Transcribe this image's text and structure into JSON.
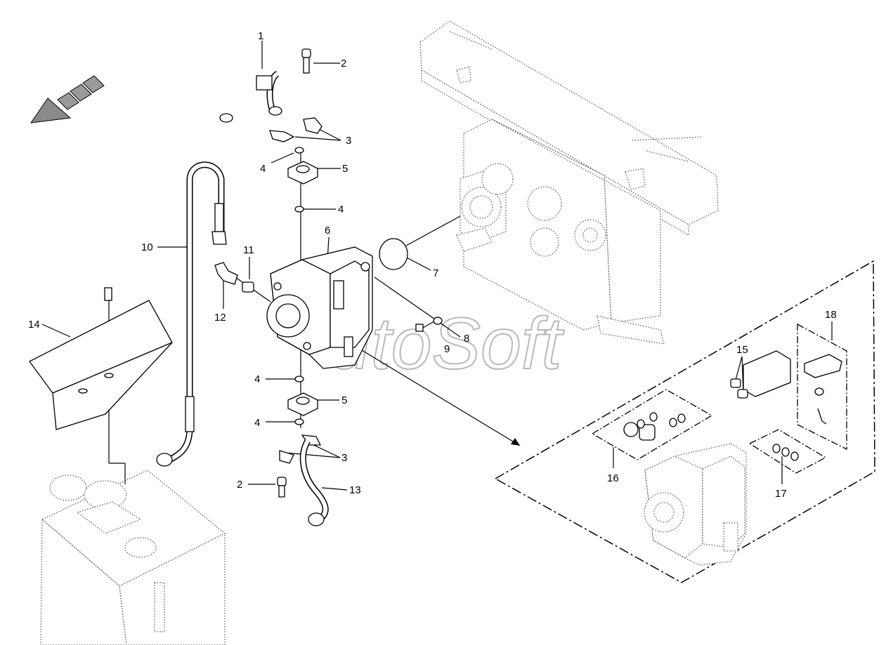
{
  "labels": {
    "p1": "1",
    "p2a": "2",
    "p2b": "2",
    "p3a": "3",
    "p3b": "3",
    "p4a": "4",
    "p4b": "4",
    "p4c": "4",
    "p4d": "4",
    "p5a": "5",
    "p5b": "5",
    "p6": "6",
    "p7": "7",
    "p8": "8",
    "p9": "9",
    "p10": "10",
    "p11": "11",
    "p12": "12",
    "p13": "13",
    "p14": "14",
    "p15": "15",
    "p16": "16",
    "p17": "17",
    "p18": "18"
  },
  "watermark": "utoSoft"
}
